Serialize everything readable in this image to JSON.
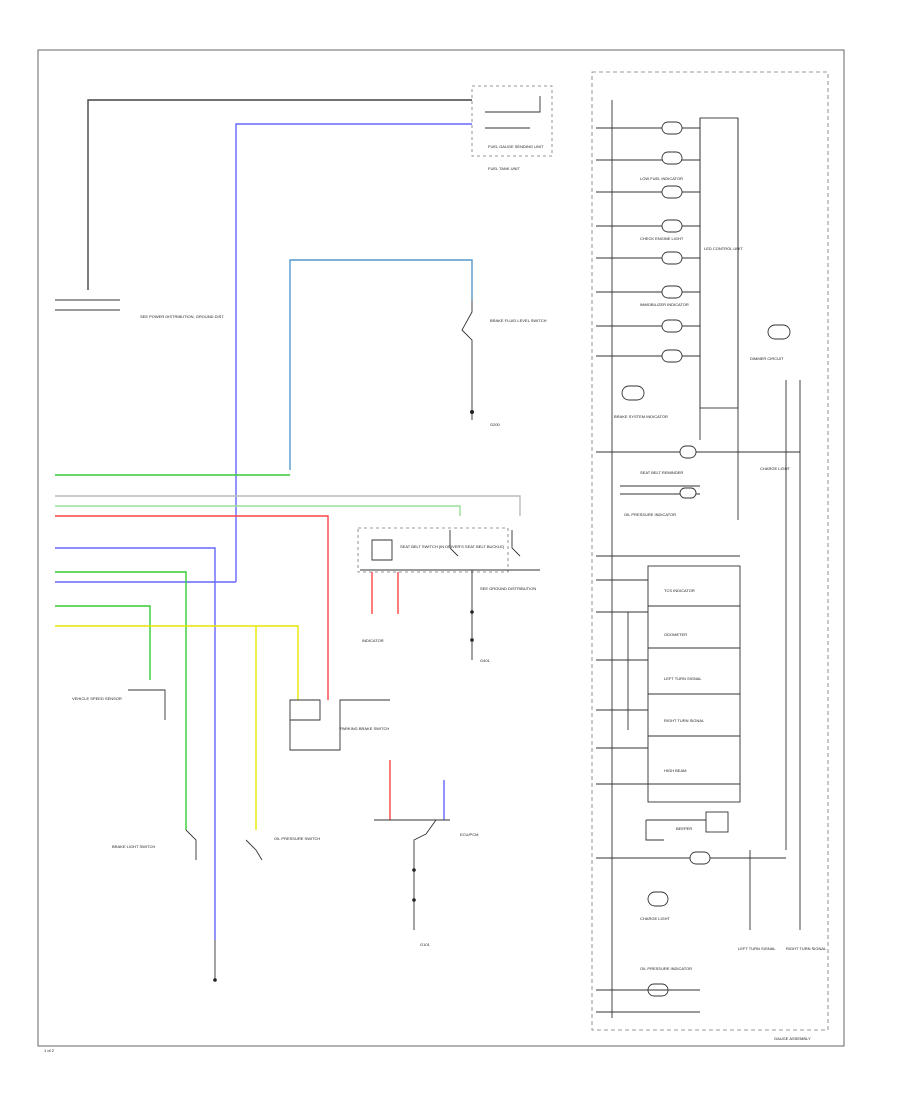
{
  "diagram": {
    "wire_colors": {
      "black": "#444444",
      "blue": "#6666ff",
      "green": "#33cc33",
      "green_blue": "#5599cc",
      "red": "#ff4444",
      "yellow": "#e6e600",
      "gray": "#bbbbbb",
      "light_green": "#99dd99"
    },
    "left": {
      "fuel_tank_unit": "FUEL TANK UNIT",
      "fuel_sender": "FUEL GAUGE SENDING UNIT",
      "ecm_ref": "SEE POWER DISTRIBUTION, GROUND DIST.",
      "brake_fluid_switch": "BRAKE FLUID LEVEL SWITCH",
      "g200": "G200",
      "g401": "G401",
      "seat_belt_switch": "SEAT BELT SWITCH (IN DRIVER'S SEAT BELT BUCKLE)",
      "indicator": "INDICATOR",
      "ground_dist": "SEE GROUND DISTRIBUTION",
      "vehicle_speed_sensor": "VEHICLE SPEED SENSOR",
      "parking_brake_switch": "PARKING BRAKE SWITCH",
      "brake_light_switch": "BRAKE LIGHT SWITCH",
      "oil_pressure_switch": "OIL PRESSURE SWITCH",
      "ecu_pcm": "ECU/PCM",
      "g101": "G101"
    },
    "right": {
      "cluster_title": "GAUGE ASSEMBLY",
      "led_controller": "LED CONTROL UNIT",
      "low_fuel": "LOW FUEL INDICATOR",
      "check_engine": "CHECK ENGINE LIGHT",
      "immobilizer": "IMMOBILIZER INDICATOR",
      "brake": "BRAKE SYSTEM INDICATOR",
      "seatbelt": "SEAT BELT REMINDER",
      "charge": "CHARGE LIGHT",
      "oil": "OIL PRESSURE INDICATOR",
      "tcs": "TCS INDICATOR",
      "dimmer": "DIMMER CIRCUIT",
      "odometer": "ODOMETER",
      "beeper": "BEEPER",
      "high_beam": "HIGH BEAM",
      "turn_left": "LEFT TURN SIGNAL",
      "turn_right": "RIGHT TURN SIGNAL",
      "footer": "GAUGE ASSEMBLY",
      "page": "1 of 2"
    }
  }
}
